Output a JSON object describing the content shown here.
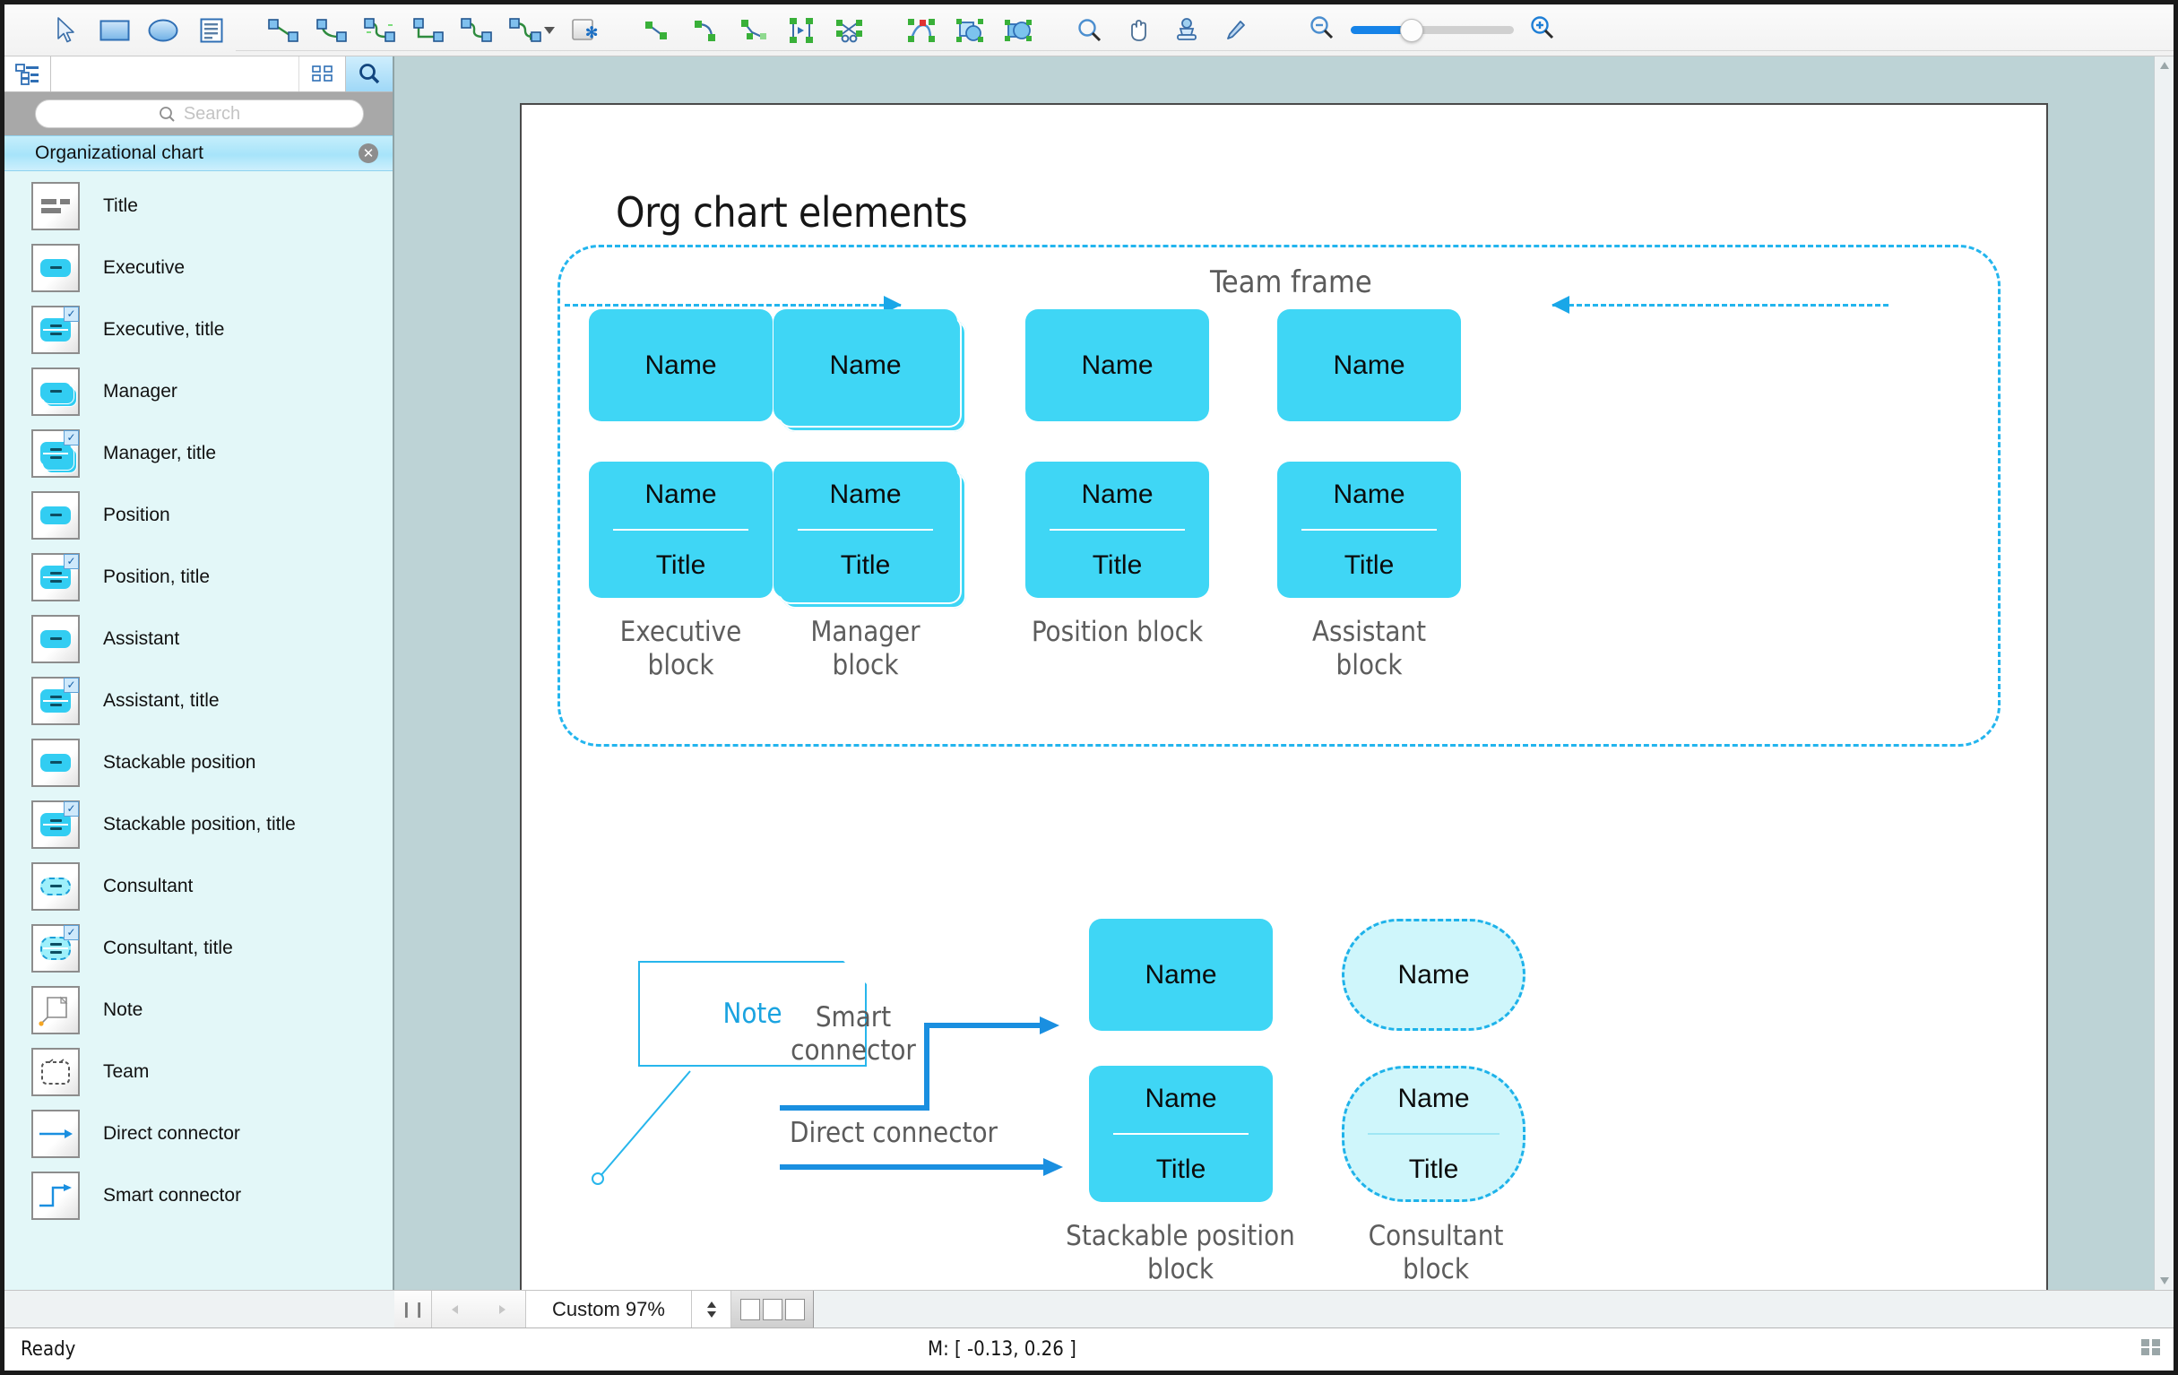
{
  "toolbar": {
    "tools": [
      {
        "name": "pointer-tool",
        "icon": "pointer"
      },
      {
        "name": "rectangle-tool",
        "icon": "rectangle"
      },
      {
        "name": "ellipse-tool",
        "icon": "ellipse"
      },
      {
        "name": "text-tool",
        "icon": "text-block"
      },
      {
        "name": "line-connector-tool",
        "icon": "line-connector"
      },
      {
        "name": "arc-connector-tool",
        "icon": "arc-connector"
      },
      {
        "name": "curve-connector-tool",
        "icon": "curve-connector"
      },
      {
        "name": "elbow-connector-tool",
        "icon": "elbow-connector"
      },
      {
        "name": "rounded-connector-tool",
        "icon": "rounded-connector"
      },
      {
        "name": "smart-connector-tool",
        "icon": "smart-connector"
      },
      {
        "name": "connector-options-tool",
        "icon": "chevron-down"
      },
      {
        "name": "detach-connector-tool",
        "icon": "detach-shape"
      },
      {
        "name": "edit-line-tool",
        "icon": "edit-line"
      },
      {
        "name": "edit-arc-tool",
        "icon": "edit-arc"
      },
      {
        "name": "edit-curve-tool",
        "icon": "edit-curve"
      },
      {
        "name": "align-tool",
        "icon": "align-shapes"
      },
      {
        "name": "trim-tool",
        "icon": "trim-scissors"
      },
      {
        "name": "reshape-tool",
        "icon": "reshape-node"
      },
      {
        "name": "union-tool",
        "icon": "union-shapes"
      },
      {
        "name": "merge-tool",
        "icon": "merge-shapes"
      },
      {
        "name": "magnifier-tool",
        "icon": "magnifier"
      },
      {
        "name": "hand-tool",
        "icon": "hand"
      },
      {
        "name": "stamp-tool",
        "icon": "stamp"
      },
      {
        "name": "eyedropper-tool",
        "icon": "eyedropper"
      },
      {
        "name": "zoom-out-button",
        "icon": "zoom-out"
      },
      {
        "name": "zoom-in-button",
        "icon": "zoom-in"
      }
    ]
  },
  "sidebar": {
    "search_placeholder": "Search",
    "panel_title": "Organizational chart",
    "items": [
      {
        "label": "Title",
        "icon": "title-shape-icon",
        "kind": "title"
      },
      {
        "label": "Executive",
        "icon": "executive-shape-icon",
        "kind": "plain"
      },
      {
        "label": "Executive, title",
        "icon": "executive-title-shape-icon",
        "kind": "titled"
      },
      {
        "label": "Manager",
        "icon": "manager-shape-icon",
        "kind": "stacked"
      },
      {
        "label": "Manager, title",
        "icon": "manager-title-shape-icon",
        "kind": "stacked-titled"
      },
      {
        "label": "Position",
        "icon": "position-shape-icon",
        "kind": "plain"
      },
      {
        "label": "Position, title",
        "icon": "position-title-shape-icon",
        "kind": "titled"
      },
      {
        "label": "Assistant",
        "icon": "assistant-shape-icon",
        "kind": "plain"
      },
      {
        "label": "Assistant, title",
        "icon": "assistant-title-shape-icon",
        "kind": "titled"
      },
      {
        "label": "Stackable position",
        "icon": "stackable-position-shape-icon",
        "kind": "plain"
      },
      {
        "label": "Stackable position, title",
        "icon": "stackable-position-title-icon",
        "kind": "titled"
      },
      {
        "label": "Consultant",
        "icon": "consultant-shape-icon",
        "kind": "dashed"
      },
      {
        "label": "Consultant, title",
        "icon": "consultant-title-shape-icon",
        "kind": "dashed-titled"
      },
      {
        "label": "Note",
        "icon": "note-shape-icon",
        "kind": "note"
      },
      {
        "label": "Team",
        "icon": "team-shape-icon",
        "kind": "team"
      },
      {
        "label": "Direct connector",
        "icon": "direct-connector-icon",
        "kind": "direct"
      },
      {
        "label": "Smart connector",
        "icon": "smart-connector-icon",
        "kind": "smart"
      }
    ]
  },
  "canvas": {
    "title": "Org chart elements",
    "team_frame_label": "Team frame",
    "name_label": "Name",
    "title_label": "Title",
    "note_label": "Note",
    "smart_connector_label": "Smart\nconnector",
    "smart_connector_line1": "Smart",
    "smart_connector_line2": "connector",
    "direct_connector_label": "Direct connector",
    "captions": {
      "executive": "Executive block",
      "manager": "Manager block",
      "position": "Position block",
      "assistant": "Assistant block",
      "stackable_line1": "Stackable position",
      "stackable_line2": "block",
      "consultant_line1": "Consultant",
      "consultant_line2": "block"
    }
  },
  "zoombar": {
    "zoom_value": "Custom 97%",
    "pause_icon": "pause-icon",
    "prev_icon": "prev-page-icon",
    "next_icon": "next-page-icon"
  },
  "statusbar": {
    "ready": "Ready",
    "coords": "M: [ -0.13, 0.26 ]"
  },
  "colors": {
    "block_fill": "#3fd6f5",
    "consultant_fill": "#cff6fb",
    "accent_blue": "#1aa3e0",
    "frame_dash": "#23b5ee",
    "panel_header": "#a7e4fa",
    "sidebar_bg": "#e3f7f8"
  }
}
